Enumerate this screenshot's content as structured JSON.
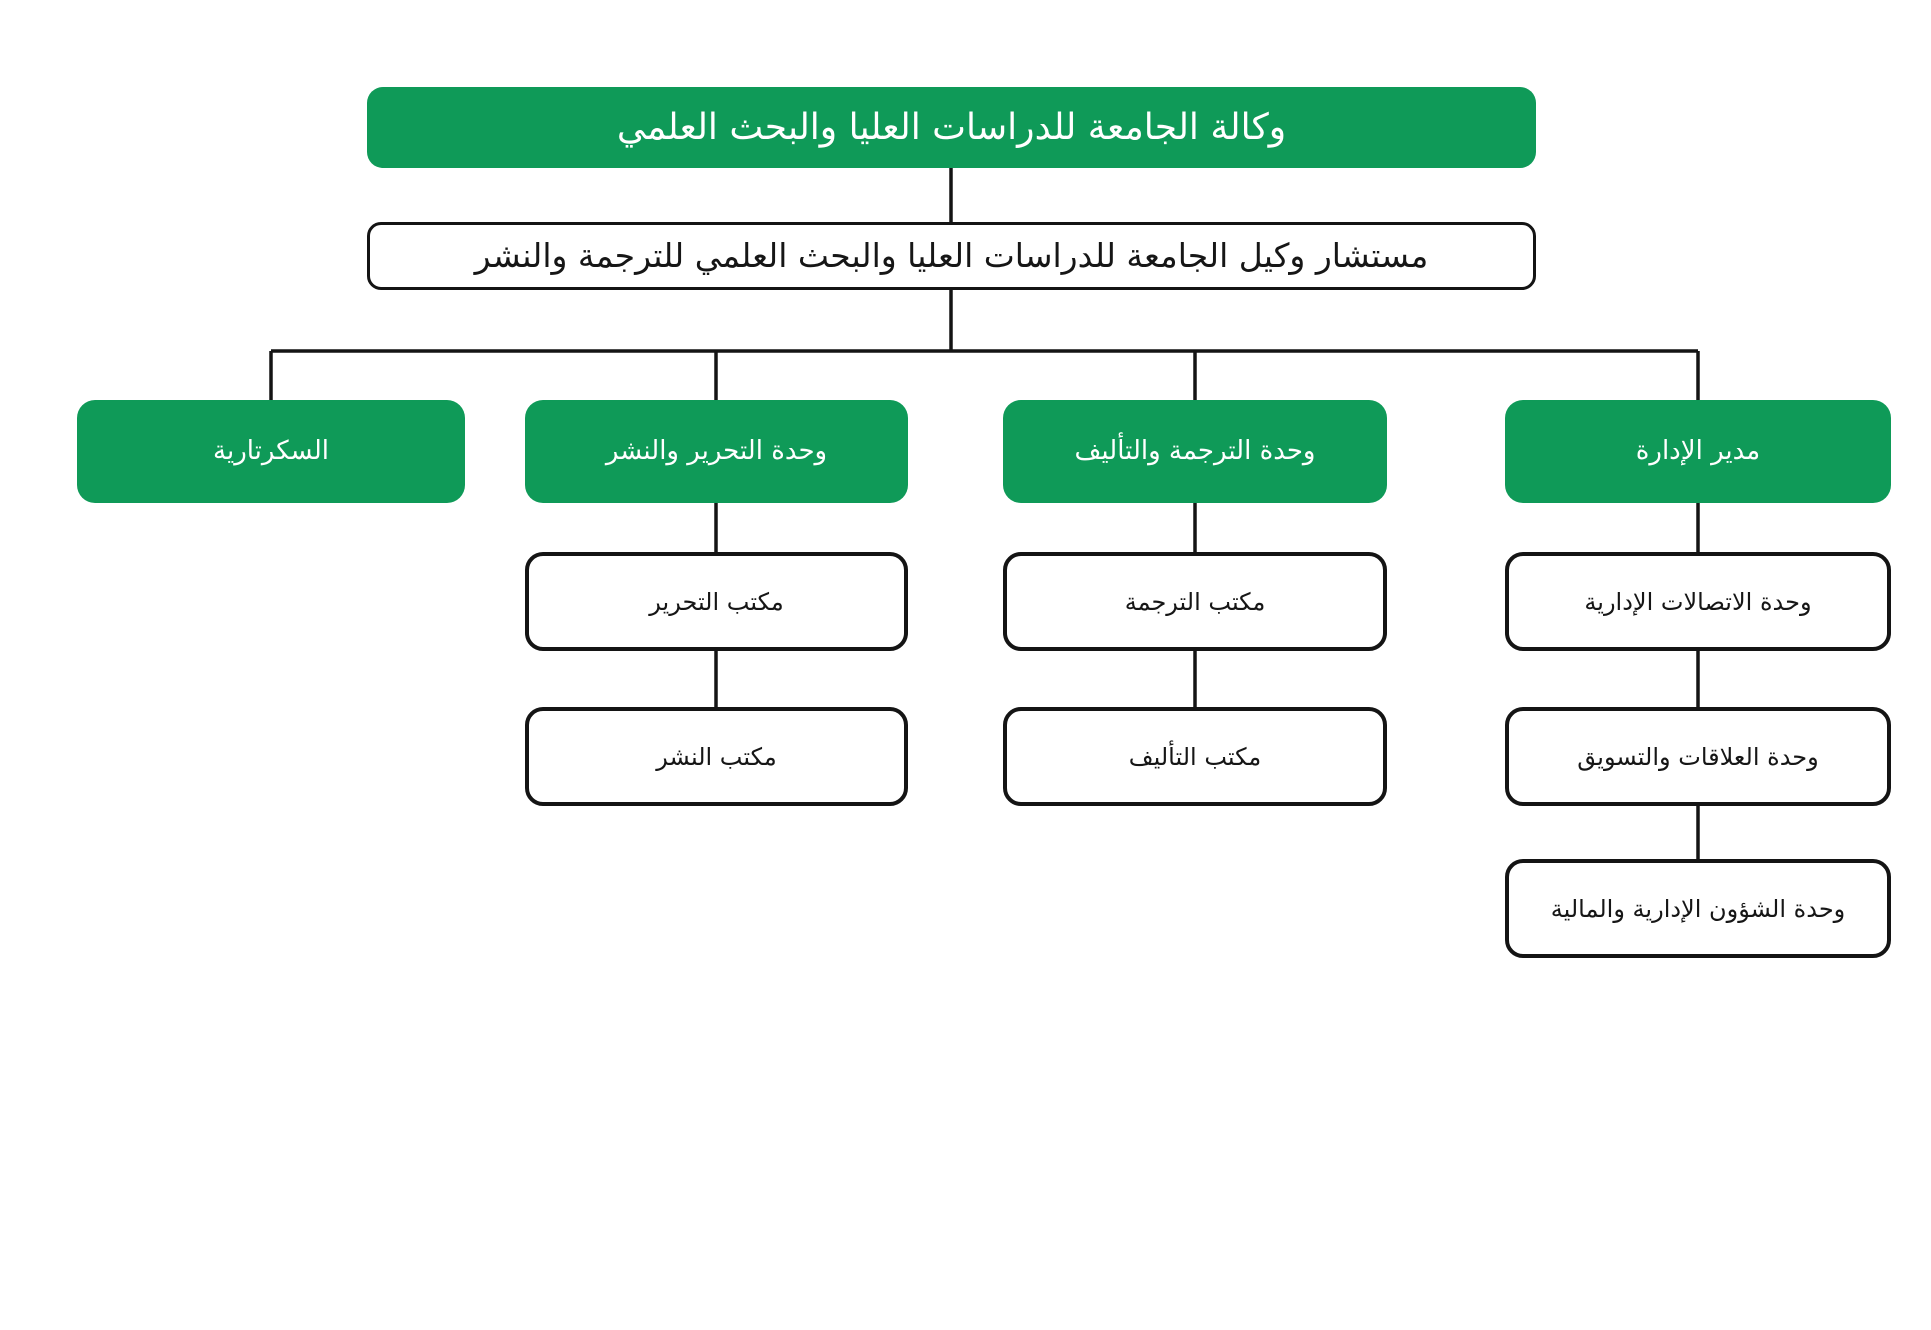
{
  "org": {
    "title": "Organizational chart",
    "language_direction": "rtl",
    "colors": {
      "branch_fill": "#0f9a58",
      "leaf_fill": "#ffffff",
      "border": "#141414",
      "connector": "#141414",
      "text_on_green": "#ffffff",
      "text_on_white": "#161616",
      "background": "#ffffff"
    },
    "root": {
      "label": "وكالة الجامعة للدراسات العليا والبحث العلمي"
    },
    "advisor": {
      "label": "مستشار وكيل الجامعة للدراسات العليا والبحث العلمي للترجمة والنشر"
    },
    "branches": [
      {
        "label": "السكرتارية",
        "children": []
      },
      {
        "label": "وحدة التحرير والنشر",
        "children": [
          {
            "label": "مكتب التحرير"
          },
          {
            "label": "مكتب النشر"
          }
        ]
      },
      {
        "label": "وحدة الترجمة والتأليف",
        "children": [
          {
            "label": "مكتب الترجمة"
          },
          {
            "label": "مكتب التأليف"
          }
        ]
      },
      {
        "label": "مدير الإدارة",
        "children": [
          {
            "label": "وحدة الاتصالات الإدارية"
          },
          {
            "label": "وحدة العلاقات والتسويق"
          },
          {
            "label": "وحدة الشؤون الإدارية والمالية"
          }
        ]
      }
    ]
  }
}
